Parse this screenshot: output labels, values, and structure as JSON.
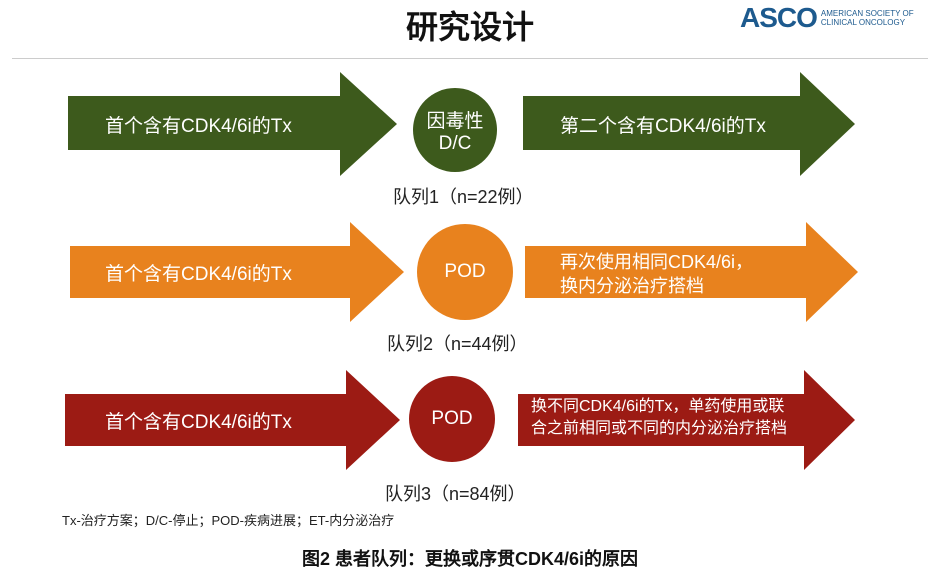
{
  "title": "研究设计",
  "logo": {
    "name": "ASCO",
    "subtitle1": "AMERICAN SOCIETY OF",
    "subtitle2": "CLINICAL ONCOLOGY"
  },
  "colors": {
    "green": "#3d5a1c",
    "orange": "#e8821e",
    "red": "#9c1b14"
  },
  "rows": [
    {
      "left": "首个含有CDK4/6i的Tx",
      "circle1": "因毒性",
      "circle2": "D/C",
      "right1": "第二个含有CDK4/6i的Tx",
      "right2": "",
      "cohort": "队列1（n=22例）"
    },
    {
      "left": "首个含有CDK4/6i的Tx",
      "circle1": "POD",
      "circle2": "",
      "right1": "再次使用相同CDK4/6i，",
      "right2": "换内分泌治疗搭档",
      "cohort": "队列2（n=44例）"
    },
    {
      "left": "首个含有CDK4/6i的Tx",
      "circle1": "POD",
      "circle2": "",
      "right1": "换不同CDK4/6i的Tx，单药使用或联",
      "right2": "合之前相同或不同的内分泌治疗搭档",
      "cohort": "队列3（n=84例）"
    }
  ],
  "legend": "Tx-治疗方案；D/C-停止；POD-疾病进展；ET-内分泌治疗",
  "caption": "图2 患者队列：更换或序贯CDK4/6i的原因"
}
